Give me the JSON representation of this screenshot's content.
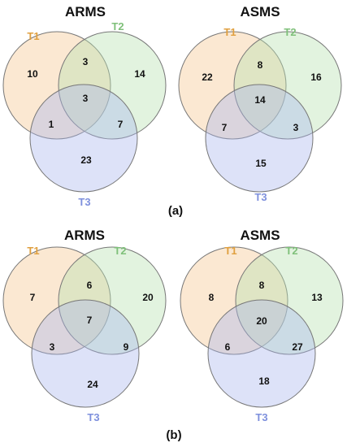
{
  "colors": {
    "t1": "#f5c68f",
    "t2": "#b7e0b0",
    "t3": "#a9b7ee",
    "t1_label": "#e0a040",
    "t2_label": "#7fc07a",
    "t3_label": "#7e90dd"
  },
  "panels": [
    {
      "caption": "(a)",
      "diagrams": [
        {
          "title": "ARMS",
          "labels": [
            "T1",
            "T2",
            "T3"
          ],
          "regions": {
            "t1_only": "10",
            "t2_only": "14",
            "t3_only": "23",
            "t1_t2": "3",
            "t1_t3": "1",
            "t2_t3": "7",
            "all": "3"
          }
        },
        {
          "title": "ASMS",
          "labels": [
            "T1",
            "T2",
            "T3"
          ],
          "regions": {
            "t1_only": "22",
            "t2_only": "16",
            "t3_only": "15",
            "t1_t2": "8",
            "t1_t3": "7",
            "t2_t3": "3",
            "all": "14"
          }
        }
      ]
    },
    {
      "caption": "(b)",
      "diagrams": [
        {
          "title": "ARMS",
          "labels": [
            "T1",
            "T2",
            "T3"
          ],
          "regions": {
            "t1_only": "7",
            "t2_only": "20",
            "t3_only": "24",
            "t1_t2": "6",
            "t1_t3": "3",
            "t2_t3": "9",
            "all": "7"
          }
        },
        {
          "title": "ASMS",
          "labels": [
            "T1",
            "T2",
            "T3"
          ],
          "regions": {
            "t1_only": "8",
            "t2_only": "13",
            "t3_only": "18",
            "t1_t2": "8",
            "t1_t3": "6",
            "t2_t3": "27",
            "all": "20"
          }
        }
      ]
    }
  ]
}
